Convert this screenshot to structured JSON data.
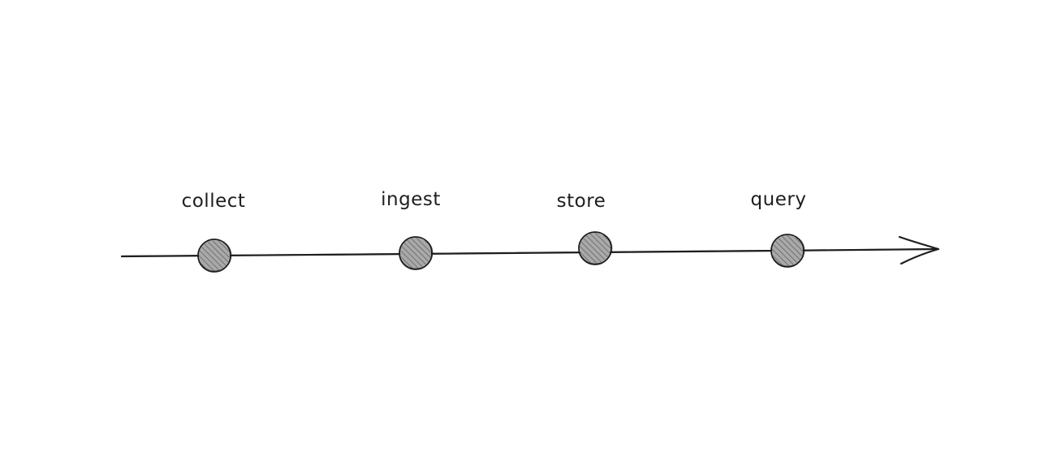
{
  "diagram": {
    "type": "timeline",
    "style": "hand-drawn",
    "direction": "left-to-right",
    "arrowhead": "right",
    "colors": {
      "background": "#ffffff",
      "stroke": "#1e1e1e",
      "node_fill": "#a9a9a9",
      "node_hatch": "#5a5a5a"
    },
    "stages": [
      {
        "label": "collect"
      },
      {
        "label": "ingest"
      },
      {
        "label": "store"
      },
      {
        "label": "query"
      }
    ]
  }
}
